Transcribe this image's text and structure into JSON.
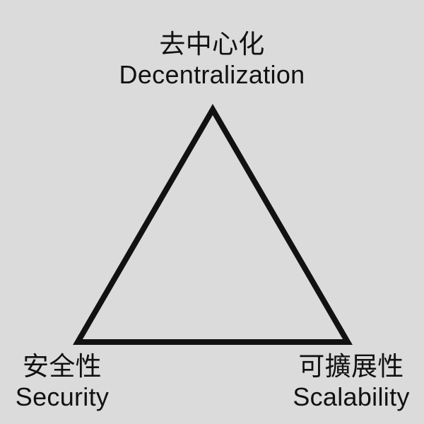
{
  "colors": {
    "background": "#dbdbdb",
    "ink": "#111111"
  },
  "diagram": {
    "shape": "triangle",
    "topic": "blockchain-trilemma",
    "vertices": [
      {
        "position": "top",
        "label_zh": "去中心化",
        "label_en": "Decentralization"
      },
      {
        "position": "bottom-left",
        "label_zh": "安全性",
        "label_en": "Security"
      },
      {
        "position": "bottom-right",
        "label_zh": "可擴展性",
        "label_en": "Scalability"
      }
    ]
  }
}
